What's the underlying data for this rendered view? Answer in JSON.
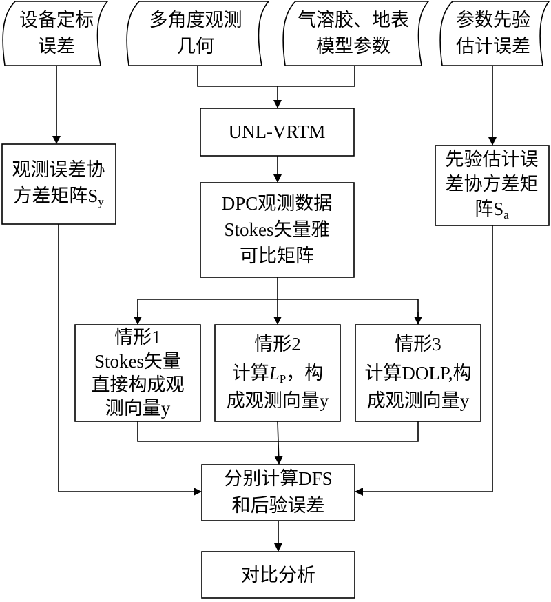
{
  "inputs": {
    "calib_error": [
      "设备定标",
      "误差"
    ],
    "geometry": [
      "多角度观测",
      "几何"
    ],
    "model_params": [
      "气溶胶、地表",
      "模型参数"
    ],
    "prior_error": [
      "参数先验",
      "估计误差"
    ]
  },
  "model": {
    "label": "UNL-VRTM"
  },
  "obs_cov": {
    "line1": "观测误差协",
    "line2_main": "方差矩阵S",
    "line2_sub": "y"
  },
  "prior_cov": {
    "line1": "先验估计误",
    "line2": "差协方差矩",
    "line3_main": "阵S",
    "line3_sub": "a"
  },
  "jacobian": [
    "DPC观测数据",
    "Stokes矢量雅",
    "可比矩阵"
  ],
  "case1": [
    "情形1",
    "Stokes矢量",
    "直接构成观",
    "测向量y"
  ],
  "case2": {
    "line1": "情形2",
    "line2_pre": "计算",
    "line2_var": "L",
    "line2_sub": "P",
    "line2_post": "，构",
    "line3": "成观测向量y"
  },
  "case3": [
    "情形3",
    "计算DOLP,构",
    "成观测向量y"
  ],
  "compute": [
    "分别计算DFS",
    "和后验误差"
  ],
  "compare": {
    "label": "对比分析"
  }
}
